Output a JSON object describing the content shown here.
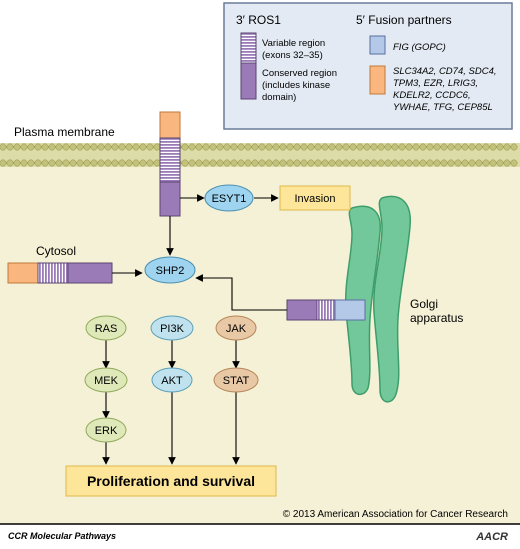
{
  "legend": {
    "heading_ros1": "3′ ROS1",
    "heading_partners": "5′ Fusion partners",
    "variable_region_line1": "Variable region",
    "variable_region_line2": "(exons 32–35)",
    "conserved_region_line1": "Conserved region",
    "conserved_region_line2": "(includes kinase",
    "conserved_region_line3": "domain)",
    "fig_partner": "FIG (GOPC)",
    "other_partners_line1": "SLC34A2, CD74, SDC4,",
    "other_partners_line2": "TPM3, EZR, LRIG3,",
    "other_partners_line3": "KDELR2, CCDC6,",
    "other_partners_line4": "YWHAE, TFG, CEP85L"
  },
  "labels": {
    "plasma_membrane": "Plasma membrane",
    "cytosol": "Cytosol",
    "golgi_line1": "Golgi",
    "golgi_line2": "apparatus",
    "invasion": "Invasion",
    "proliferation": "Proliferation and survival",
    "copyright": "© 2013 American Association for Cancer Research",
    "footer": "CCR Molecular Pathways",
    "logo": "AACR"
  },
  "nodes": {
    "esyt1": "ESYT1",
    "shp2": "SHP2",
    "ras": "RAS",
    "mek": "MEK",
    "erk": "ERK",
    "pi3k": "PI3K",
    "akt": "AKT",
    "jak": "JAK",
    "stat": "STAT"
  },
  "colors": {
    "background": "#f5f1d6",
    "legend_bg": "#e3eaf3",
    "purple": "#9a7bb8",
    "orange": "#f9b77f",
    "blue": "#b4c8e8",
    "membrane": "#c2c27a",
    "golgi": "#72c89b",
    "esyt1_node": "#9ed4ef",
    "green_node": "#dfe8b8",
    "blue_node": "#bfe2ee",
    "tan_node": "#e9c8a6",
    "output_box": "#fde69a"
  }
}
